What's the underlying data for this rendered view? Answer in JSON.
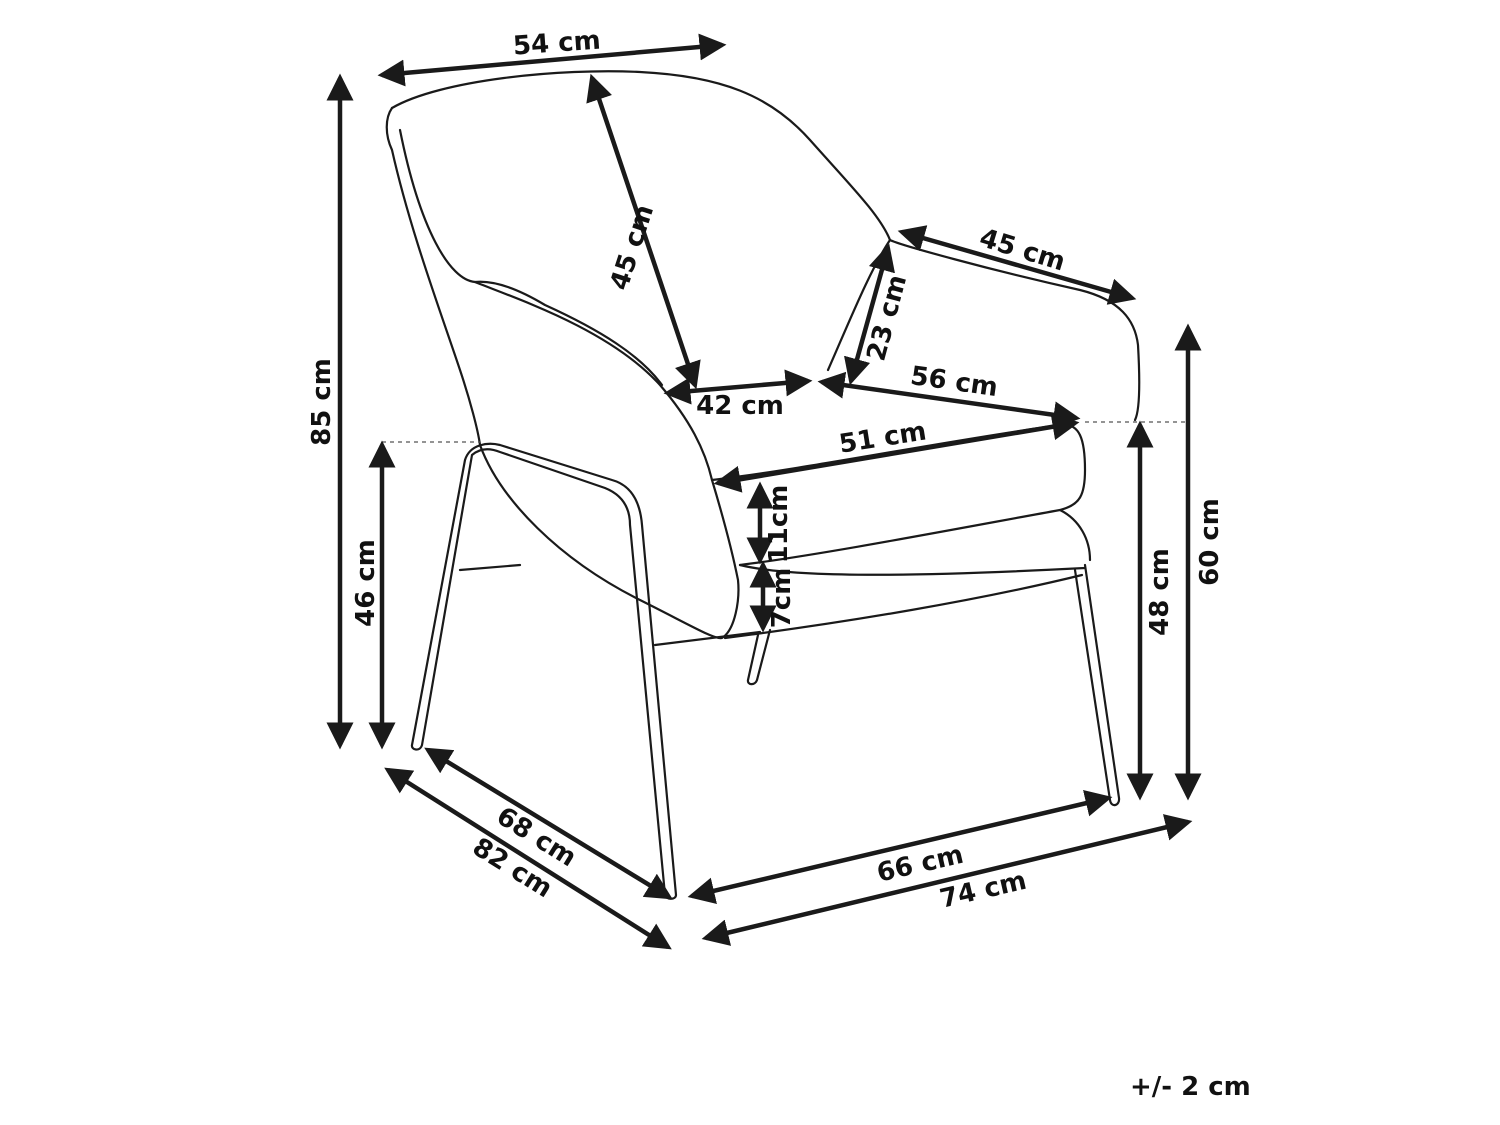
{
  "dimensions": {
    "top_width": "54 cm",
    "back_height": "45 cm",
    "armrest_depth": "45 cm",
    "armrest_height": "23 cm",
    "seat_depth_left": "42 cm",
    "seat_side_depth": "56 cm",
    "seat_width": "51 cm",
    "cushion_thickness": "11cm",
    "base_thickness": "7cm",
    "total_height": "85 cm",
    "seat_height": "46 cm",
    "arm_height": "60 cm",
    "arm_inner_height": "48 cm",
    "leg_depth": "68 cm",
    "total_depth": "82 cm",
    "leg_width": "66 cm",
    "total_width": "74 cm"
  },
  "tolerance": "+/- 2 cm"
}
